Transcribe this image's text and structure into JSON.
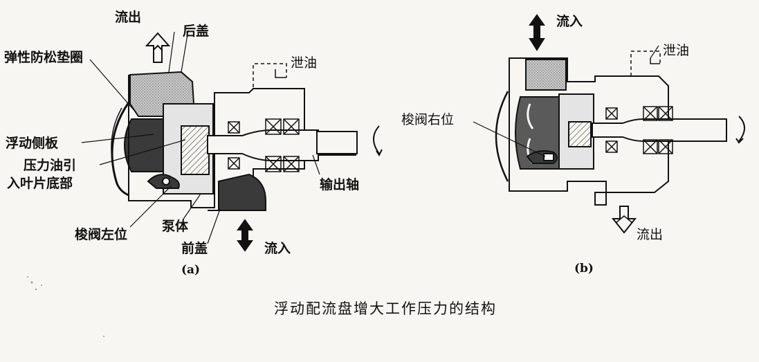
{
  "diagram_a": {
    "label": "(a)",
    "outflow": "流出",
    "rear_cover": "后盖",
    "elastic_washer": "弹性防松垫圈",
    "drain": "泄油",
    "floating_side_plate": "浮动侧板",
    "pressure_oil_line1": "压力油引",
    "pressure_oil_line2": "入叶片底部",
    "output_shaft": "输出轴",
    "pump_body": "泵体",
    "shuttle_valve_left": "梭阀左位",
    "front_cover": "前盖",
    "inflow": "流入"
  },
  "diagram_b": {
    "label": "(b)",
    "inflow": "流入",
    "drain": "泄油",
    "shuttle_valve_right": "梭阀右位",
    "outflow": "流出"
  },
  "caption": "浮动配流盘增大工作压力的结构",
  "colors": {
    "ink": "#111111",
    "dark_fill": "#3a3a3a",
    "mid_fill": "#9a9a9a",
    "paper": "#f7f6f2"
  }
}
